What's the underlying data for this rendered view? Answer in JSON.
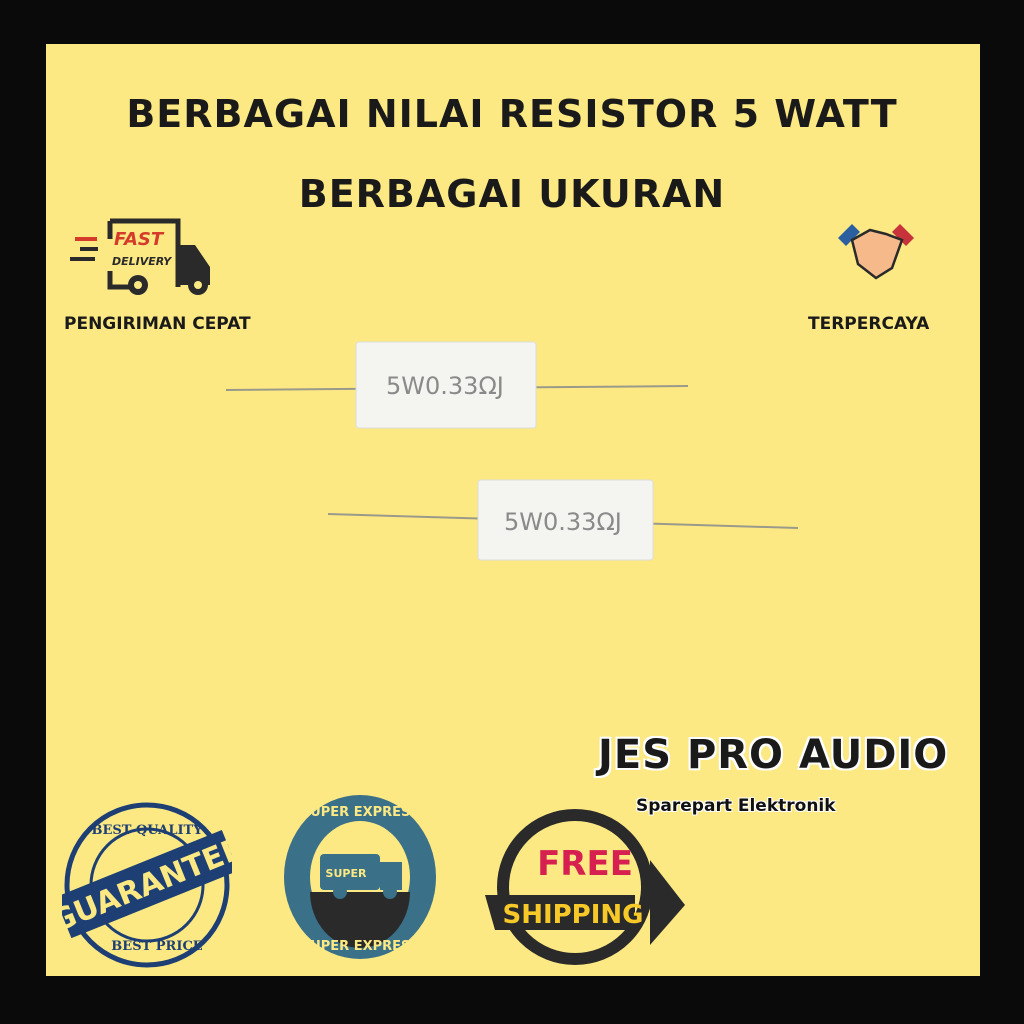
{
  "title_line1": "BERBAGAI NILAI RESISTOR 5 WATT",
  "title_line2": "BERBAGAI UKURAN",
  "fast_delivery": {
    "top": "FAST",
    "bottom": "DELIVERY",
    "label": "PENGIRIMAN CEPAT"
  },
  "trusted": {
    "label": "TERPERCAYA"
  },
  "resistor_marking": "5W0.33ΩJ",
  "brand": {
    "name": "JES PRO AUDIO",
    "tagline": "Sparepart Elektronik"
  },
  "badges": {
    "guarantee": {
      "top": "BEST QUALITY",
      "center": "GUARANTEE",
      "bottom": "BEST PRICE"
    },
    "express": {
      "ring": "SUPER EXPRESS",
      "truck": "SUPER"
    },
    "shipping": {
      "line1": "FREE",
      "line2": "SHIPPING"
    }
  },
  "colors": {
    "background": "#fce983",
    "border": "#0a0a0a",
    "navy": "#1e3f73",
    "teal": "#3a7088",
    "red": "#d6204f",
    "yellow": "#f6c928"
  }
}
